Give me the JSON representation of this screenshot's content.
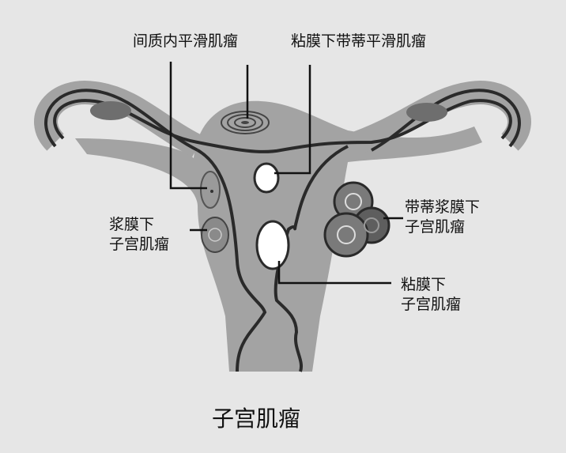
{
  "title": "子宫肌瘤",
  "labels": {
    "intramural": "间质内平滑肌瘤",
    "pedunculated_submucosal": "粘膜下带蒂平滑肌瘤",
    "pedunculated_subserosal_1": "带蒂浆膜下",
    "pedunculated_subserosal_2": "子宫肌瘤",
    "subserosal_1": "浆膜下",
    "subserosal_2": "子宫肌瘤",
    "submucosal_1": "粘膜下",
    "submucosal_2": "子宫肌瘤"
  },
  "colors": {
    "background": "#e6e6e6",
    "uterus": "#a3a3a3",
    "outline": "#2a2a2a"
  }
}
